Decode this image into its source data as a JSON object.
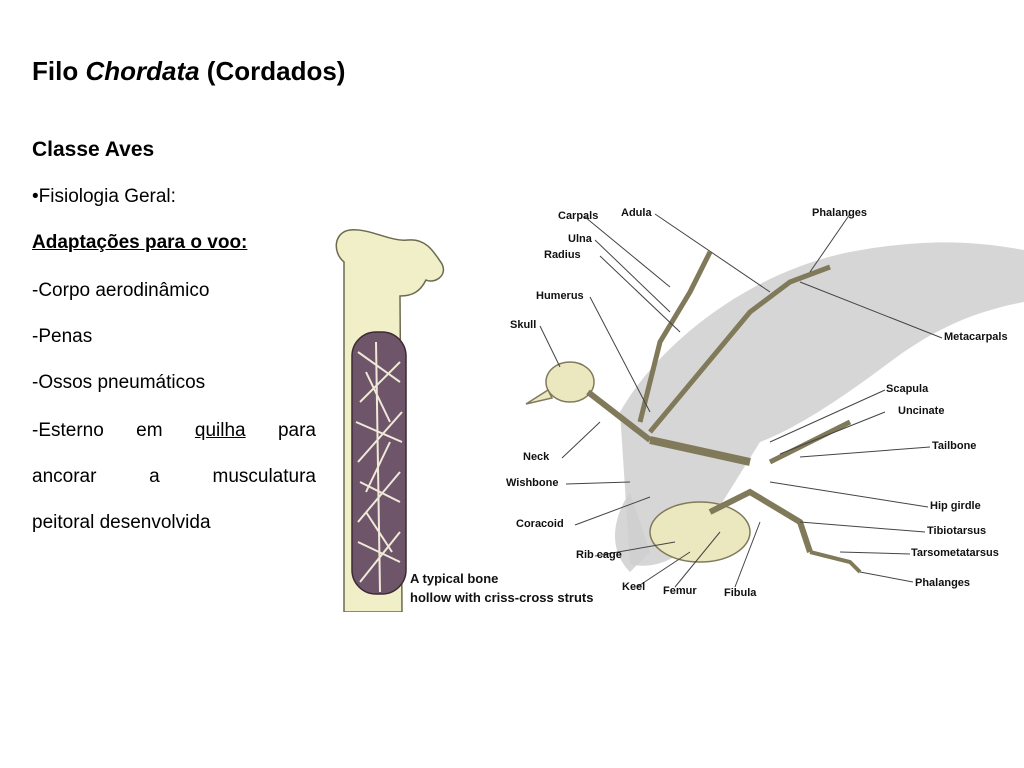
{
  "slide": {
    "title_prefix": "Filo ",
    "title_italic": "Chordata",
    "title_suffix": " (Cordados)"
  },
  "body": {
    "classe": "Classe Aves",
    "fisiologia": "•Fisiologia  Geral:",
    "adaptacoes": "Adaptações para o voo:",
    "item1": "-Corpo aerodinâmico",
    "item2": "-Penas",
    "item3": "-Ossos pneumáticos",
    "item4_words": [
      "-Esterno",
      "em",
      "quilha",
      "para"
    ],
    "item4_line2_words": [
      "ancorar",
      "a",
      "musculatura"
    ],
    "item4_line3": "peitoral desenvolvida"
  },
  "figure": {
    "caption_line1": "A typical bone",
    "caption_line2": "hollow with criss-cross struts",
    "labels": {
      "carpals": "Carpals",
      "adula": "Adula",
      "phalanges_top": "Phalanges",
      "ulna": "Ulna",
      "radius": "Radius",
      "humerus": "Humerus",
      "skull": "Skull",
      "metacarpals": "Metacarpals",
      "scapula": "Scapula",
      "uncinate": "Uncinate",
      "tailbone": "Tailbone",
      "neck": "Neck",
      "wishbone": "Wishbone",
      "hip_girdle": "Hip girdle",
      "coracoid": "Coracoid",
      "tibiotarsus": "Tibiotarsus",
      "tarsometatarsus": "Tarsometatarsus",
      "rib_cage": "Rib cage",
      "keel": "Keel",
      "femur": "Femur",
      "fibula": "Fibula",
      "phalanges_bottom": "Phalanges"
    }
  }
}
